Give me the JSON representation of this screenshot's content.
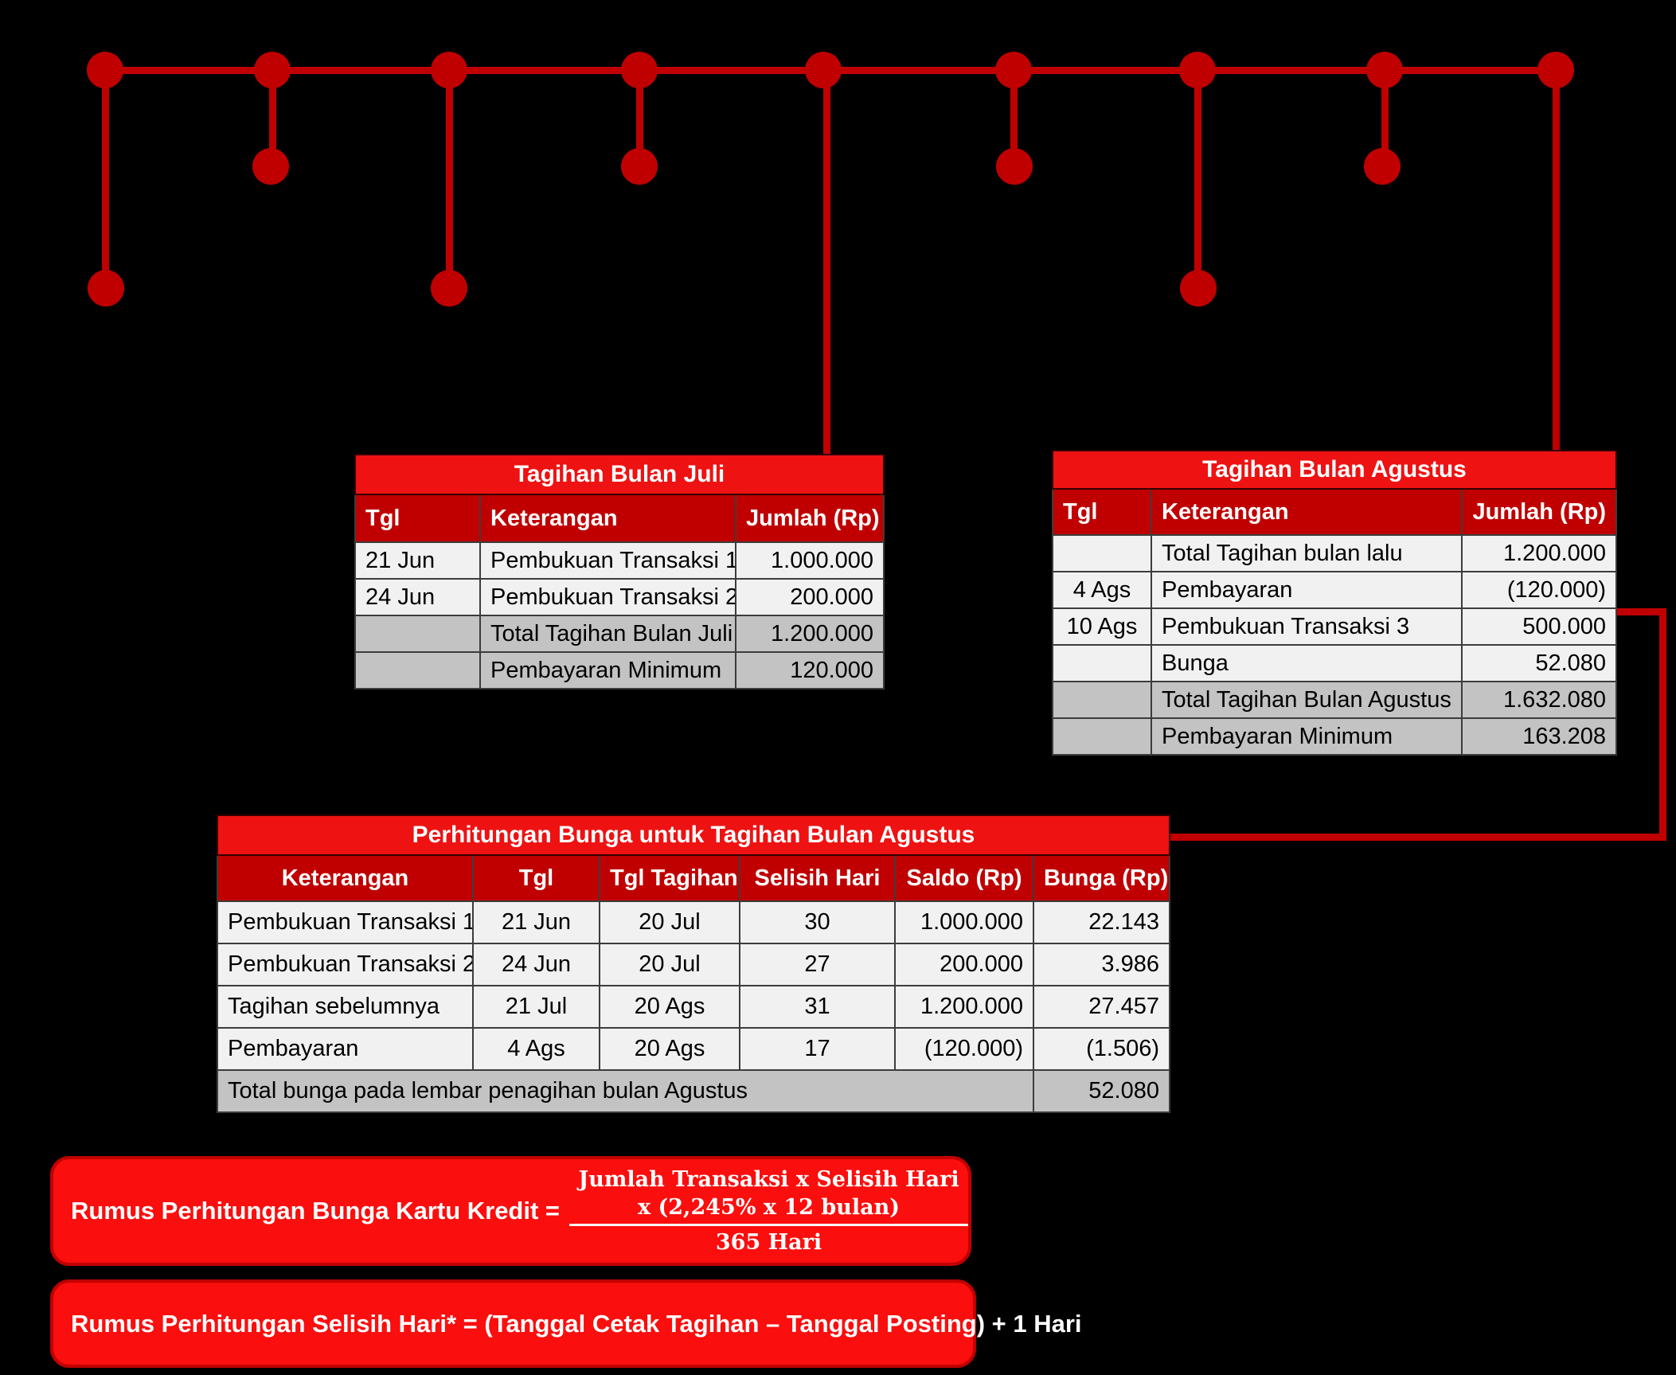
{
  "colors": {
    "background": "#000000",
    "title_red": "#ee1212",
    "header_dark_red": "#c00000",
    "timeline_red": "#c00000",
    "formula_box_red": "#fb0e0e",
    "row_light": "#f1f1f1",
    "row_gray": "#c3c3c3"
  },
  "tables": {
    "juli": {
      "title": "Tagihan Bulan Juli",
      "headers": [
        "Tgl",
        "Keterangan",
        "Jumlah (Rp)"
      ],
      "rows": [
        {
          "tgl": "21 Jun",
          "keterangan": "Pembukuan Transaksi 1",
          "jumlah": "1.000.000"
        },
        {
          "tgl": "24 Jun",
          "keterangan": "Pembukuan Transaksi 2",
          "jumlah": "200.000"
        },
        {
          "tgl": "",
          "keterangan": "Total Tagihan Bulan Juli",
          "jumlah": "1.200.000"
        },
        {
          "tgl": "",
          "keterangan": "Pembayaran Minimum",
          "jumlah": "120.000"
        }
      ]
    },
    "agustus": {
      "title": "Tagihan Bulan Agustus",
      "headers": [
        "Tgl",
        "Keterangan",
        "Jumlah (Rp)"
      ],
      "rows": [
        {
          "tgl": "",
          "keterangan": "Total Tagihan bulan lalu",
          "jumlah": "1.200.000"
        },
        {
          "tgl": "4 Ags",
          "keterangan": "Pembayaran",
          "jumlah": "(120.000)"
        },
        {
          "tgl": "10 Ags",
          "keterangan": "Pembukuan Transaksi 3",
          "jumlah": "500.000"
        },
        {
          "tgl": "",
          "keterangan": "Bunga",
          "jumlah": "52.080"
        },
        {
          "tgl": "",
          "keterangan": "Total Tagihan Bulan Agustus",
          "jumlah": "1.632.080"
        },
        {
          "tgl": "",
          "keterangan": "Pembayaran Minimum",
          "jumlah": "163.208"
        }
      ]
    },
    "perhitungan": {
      "title": "Perhitungan Bunga untuk Tagihan Bulan Agustus",
      "headers": [
        "Keterangan",
        "Tgl",
        "Tgl Tagihan",
        "Selisih Hari",
        "Saldo (Rp)",
        "Bunga (Rp)"
      ],
      "rows": [
        {
          "keterangan": "Pembukuan Transaksi 1",
          "tgl": "21 Jun",
          "tgl_tagihan": "20 Jul",
          "selisih": "30",
          "saldo": "1.000.000",
          "bunga": "22.143"
        },
        {
          "keterangan": "Pembukuan Transaksi 2",
          "tgl": "24 Jun",
          "tgl_tagihan": "20 Jul",
          "selisih": "27",
          "saldo": "200.000",
          "bunga": "3.986"
        },
        {
          "keterangan": "Tagihan sebelumnya",
          "tgl": "21 Jul",
          "tgl_tagihan": "20 Ags",
          "selisih": "31",
          "saldo": "1.200.000",
          "bunga": "27.457"
        },
        {
          "keterangan": "Pembayaran",
          "tgl": "4 Ags",
          "tgl_tagihan": "20 Ags",
          "selisih": "17",
          "saldo": "(120.000)",
          "bunga": "(1.506)"
        }
      ],
      "total_label": "Total bunga pada lembar penagihan bulan Agustus",
      "total_value": "52.080"
    }
  },
  "formulas": {
    "bunga": {
      "label": "Rumus Perhitungan Bunga Kartu Kredit =",
      "numerator": "Jumlah Transaksi x Selisih Hari x (2,245% x 12 bulan)",
      "denominator": "365 Hari"
    },
    "selisih": {
      "text": "Rumus Perhitungan Selisih Hari* = (Tanggal Cetak Tagihan – Tanggal Posting) + 1 Hari"
    }
  }
}
